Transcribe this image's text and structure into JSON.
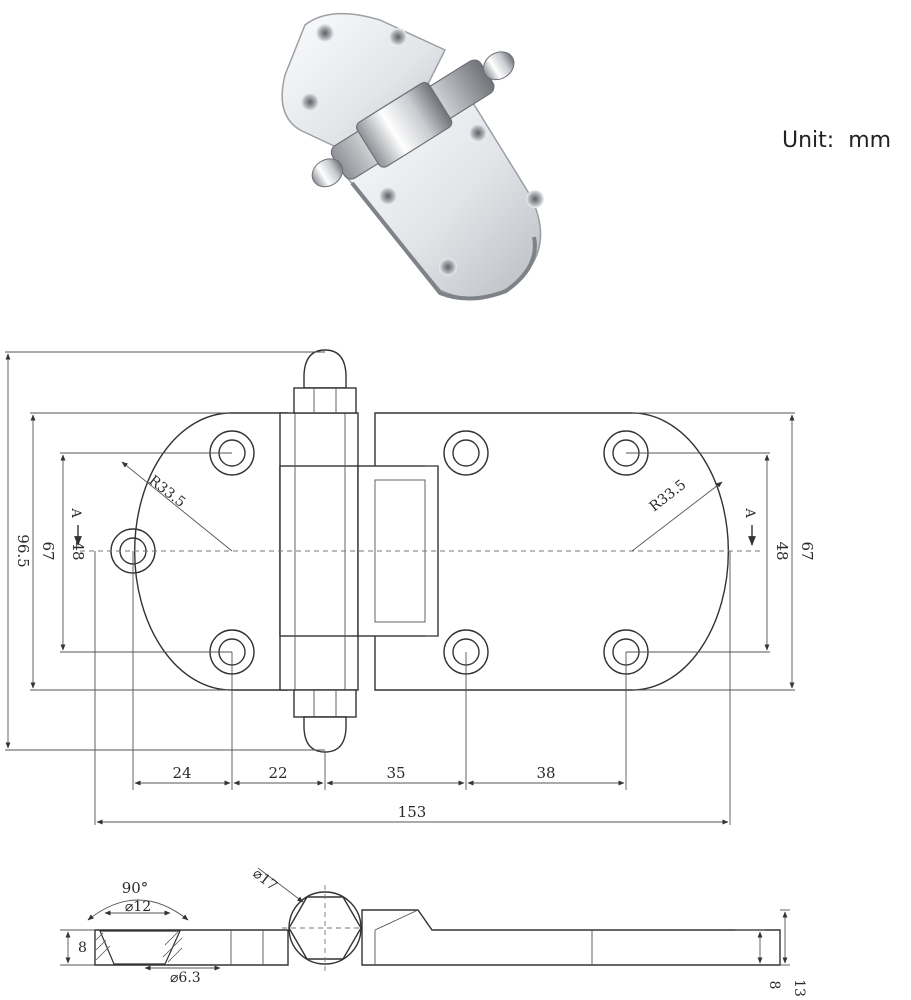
{
  "unit": {
    "prefix": "Unit:",
    "value": "mm"
  },
  "top_view": {
    "overall_width": "153",
    "overall_height": "96.5",
    "plate_height_left": "67",
    "plate_height_right": "67",
    "hole_spacing_left": "48",
    "hole_spacing_right": "48",
    "radius_left": "R33.5",
    "radius_right": "R33.5",
    "section_mark_left": "A",
    "section_mark_right": "A",
    "spacing": [
      "24",
      "22",
      "35",
      "38"
    ]
  },
  "side_view": {
    "countersink_angle": "90°",
    "countersink_dia": "⌀12",
    "hole_dia": "⌀6.3",
    "knuckle_dia": "⌀17",
    "thickness_left": "8",
    "thickness_right": "8",
    "total_height": "13"
  },
  "colors": {
    "line": "#333333",
    "metal_light": "#f4f5f6",
    "metal_dark": "#8a8e93"
  }
}
